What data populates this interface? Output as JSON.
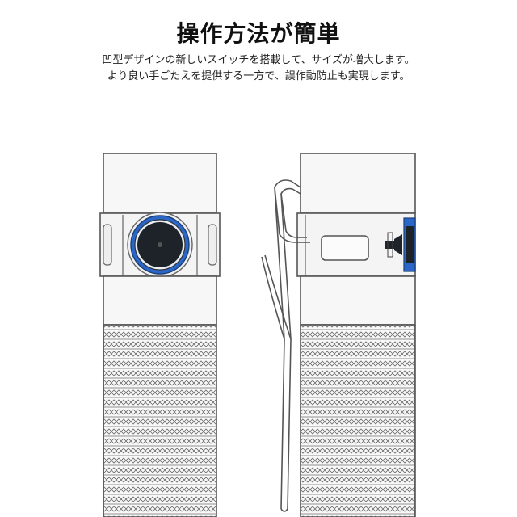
{
  "heading": {
    "title": "操作方法が簡単",
    "line1": "凹型デザインの新しいスイッチを搭載して、サイズが増大します。",
    "line2": "より良い手ごたえを提供する一方で、誤作動防止も実現します。"
  },
  "colors": {
    "accent_ring": "#2a67c9",
    "button_dark": "#1e2229",
    "outline": "#555555",
    "body_fill": "#f7f7f7"
  },
  "illustration": {
    "front_view": "flashlight-front-with-side-switch",
    "side_view": "flashlight-side-with-pocket-clip"
  }
}
